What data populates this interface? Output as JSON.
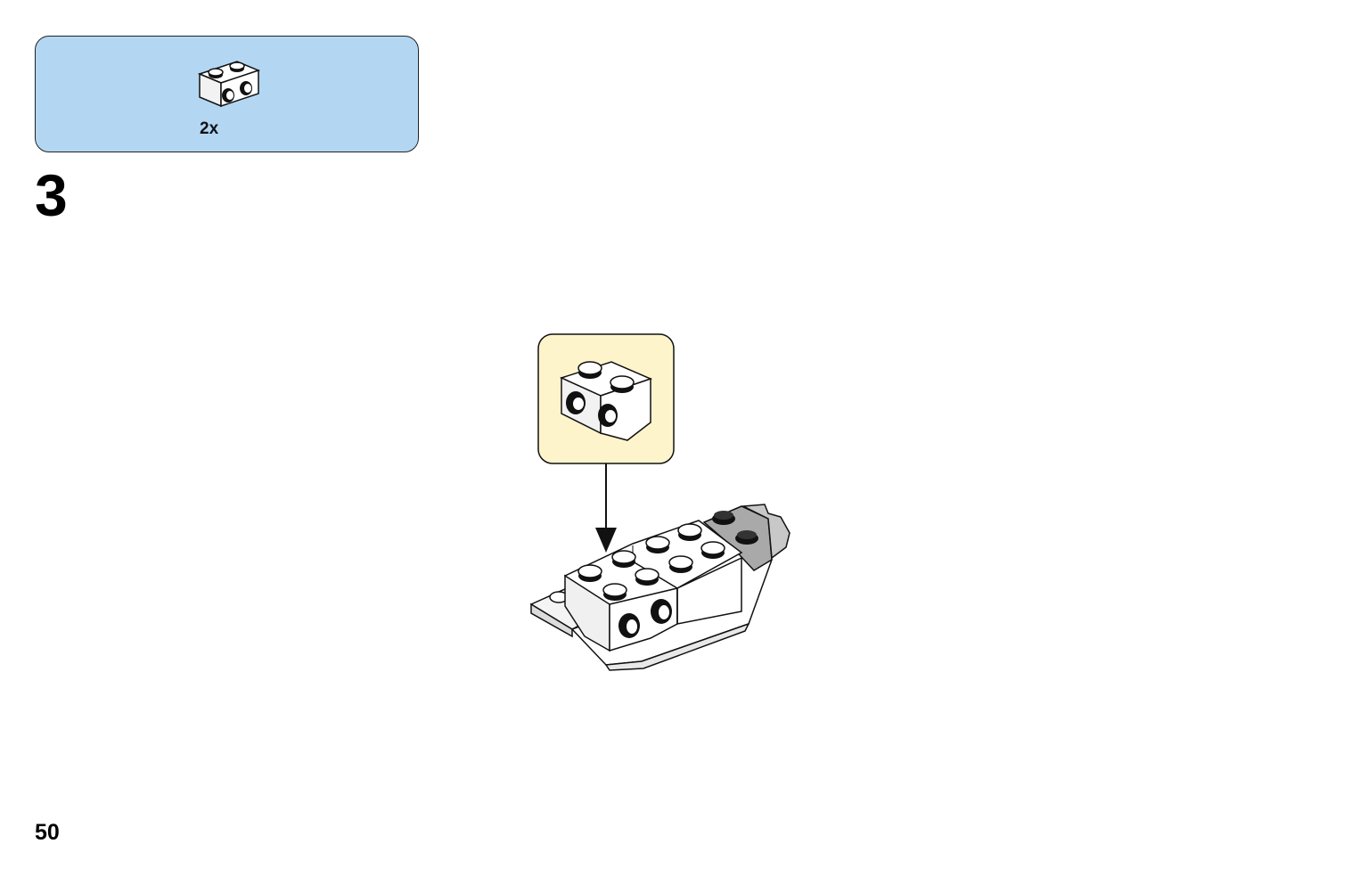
{
  "parts_list": {
    "quantity": "2x",
    "part_icon": "brick-1x2-with-2-side-studs-white-icon"
  },
  "step": {
    "number": "3"
  },
  "page": {
    "number": "50"
  },
  "colors": {
    "parts_callout_bg": "#b3d7f3",
    "subassembly_callout_bg": "#fdf4cc",
    "brick_white": "#ffffff",
    "brick_grey": "#a9a9a9",
    "outline": "#111111"
  }
}
